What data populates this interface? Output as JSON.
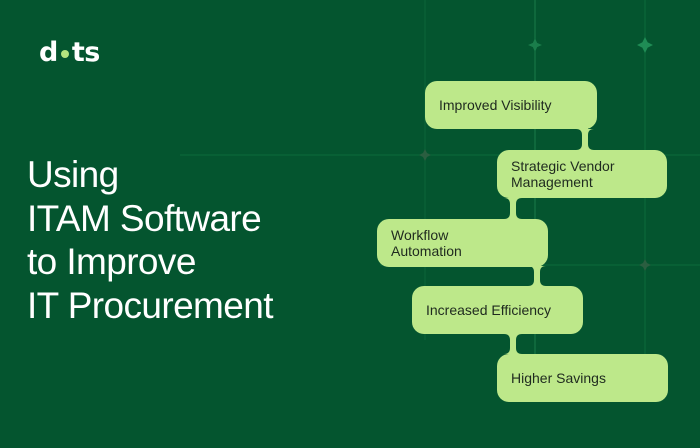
{
  "brand": {
    "logo_left": "d",
    "logo_right": "ts",
    "logo_dot_color": "#b5e57f"
  },
  "headline": {
    "lines": [
      "Using",
      "ITAM Software",
      "to Improve",
      "IT Procurement"
    ]
  },
  "flow": {
    "nodes": [
      {
        "label_line1": "Improved Visibility",
        "label_line2": ""
      },
      {
        "label_line1": "Strategic Vendor",
        "label_line2": "Management"
      },
      {
        "label_line1": "Workflow",
        "label_line2": "Automation"
      },
      {
        "label_line1": "Increased Efficiency",
        "label_line2": ""
      },
      {
        "label_line1": "Higher Savings",
        "label_line2": ""
      }
    ]
  },
  "colors": {
    "background": "#04552f",
    "node_fill": "#bde88a",
    "node_text": "#1f2a1f",
    "grid_line": "#1a7a4a",
    "accent": "#b5e57f"
  }
}
